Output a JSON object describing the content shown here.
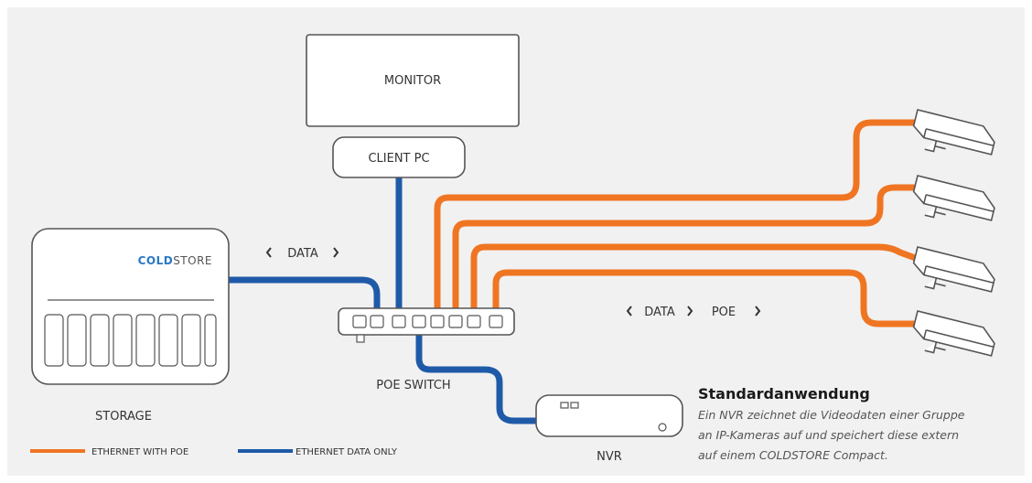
{
  "labels": {
    "monitor": "MONITOR",
    "client_pc": "CLIENT PC",
    "storage": "STORAGE",
    "brand_cold": "COLD",
    "brand_store": "STORE",
    "poe_switch": "POE SWITCH",
    "nvr": "NVR",
    "data_left": "DATA",
    "data_right": "DATA",
    "poe": "POE"
  },
  "info": {
    "title": "Standardanwendung",
    "lines": [
      "Ein NVR zeichnet die Videodaten einer Gruppe",
      "an IP-Kameras auf und speichert diese extern",
      "auf einem COLDSTORE Compact."
    ]
  },
  "legend": [
    {
      "label": "ETHERNET WITH POE",
      "color": "#f07522"
    },
    {
      "label": "ETHERNET DATA ONLY",
      "color": "#1f5aa8"
    }
  ],
  "colors": {
    "poe": "#f07522",
    "data": "#1f5aa8",
    "stroke": "#555555",
    "background": "#f1f1f1",
    "brand_blue": "#2a78c4"
  },
  "icons": [
    "chevron-left-icon",
    "chevron-right-icon",
    "camera-icon"
  ]
}
